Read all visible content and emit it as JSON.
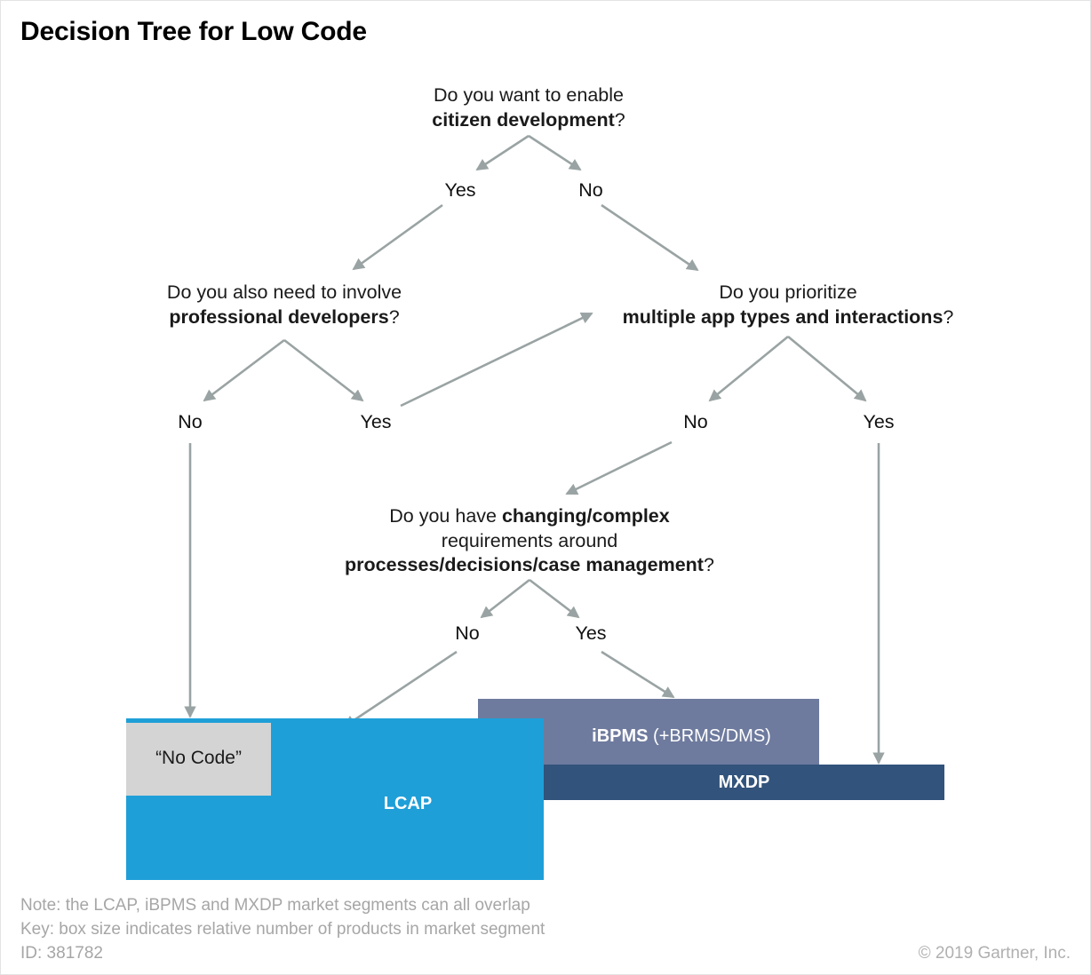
{
  "title": "Decision Tree for Low Code",
  "colors": {
    "arrow": "#9aa3a3",
    "nocode": "#d4d4d4",
    "lcap": "#1f9fd8",
    "ibpms": "#6e7b9e",
    "mxdp": "#32537b",
    "footnote": "#a6a6a6"
  },
  "questions": {
    "root": {
      "line1": "Do you want to enable",
      "line2_bold": "citizen development",
      "line2_tail": "?"
    },
    "left": {
      "line1": "Do you also need to involve",
      "line2_bold": "professional developers",
      "line2_tail": "?"
    },
    "right": {
      "line1": "Do you prioritize",
      "line2_bold": "multiple app types and interactions",
      "line2_tail": "?"
    },
    "middle": {
      "line1_lead": "Do you have ",
      "line1_bold": "changing/complex",
      "line2": "requirements around",
      "line3_bold": "processes/decisions/case management",
      "line3_tail": "?"
    }
  },
  "branches": {
    "root_yes": "Yes",
    "root_no": "No",
    "left_no": "No",
    "left_yes": "Yes",
    "right_no": "No",
    "right_yes": "Yes",
    "middle_no": "No",
    "middle_yes": "Yes"
  },
  "segments": {
    "nocode": "“No Code”",
    "lcap": "LCAP",
    "ibpms_bold": "iBPMS",
    "ibpms_regular": " (+BRMS/DMS)",
    "mxdp": "MXDP"
  },
  "footer": {
    "note": "Note: the LCAP, iBPMS and MXDP market segments can all overlap",
    "key": "Key: box size indicates relative number of products in market segment",
    "id": "ID: 381782",
    "copyright": "© 2019 Gartner, Inc."
  }
}
